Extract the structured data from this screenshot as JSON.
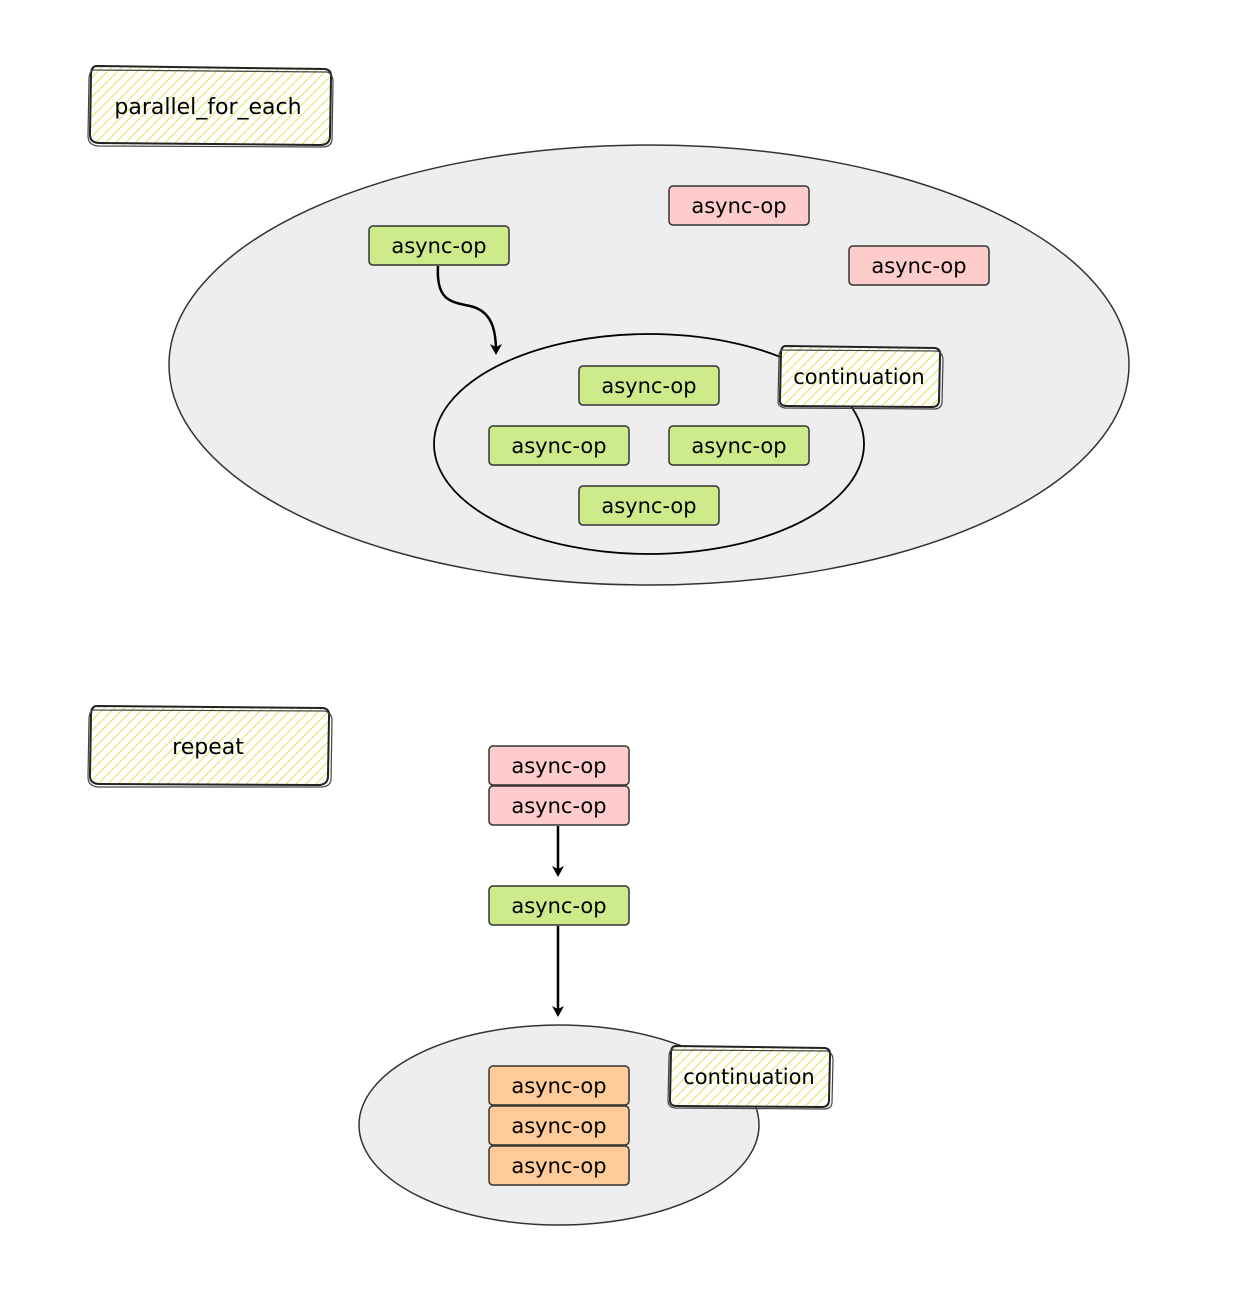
{
  "colors": {
    "background": "#ffffff",
    "container_fill": "#eeeeee",
    "outline": "#333333",
    "op_green": "#cdeb8b",
    "op_pink": "#ffcccc",
    "op_orange": "#ffcc99",
    "label_hatch": "#ffff88",
    "arrow": "#000000"
  },
  "parallel_section": {
    "title": "parallel_for_each",
    "outer_ops": {
      "green_op": "async-op",
      "pink_op_1": "async-op",
      "pink_op_2": "async-op"
    },
    "inner_ops": {
      "top": "async-op",
      "left": "async-op",
      "right": "async-op",
      "bottom": "async-op"
    },
    "continuation_label": "continuation"
  },
  "repeat_section": {
    "title": "repeat",
    "pink_ops": [
      "async-op",
      "async-op"
    ],
    "green_op": "async-op",
    "orange_ops": [
      "async-op",
      "async-op",
      "async-op"
    ],
    "continuation_label": "continuation"
  }
}
